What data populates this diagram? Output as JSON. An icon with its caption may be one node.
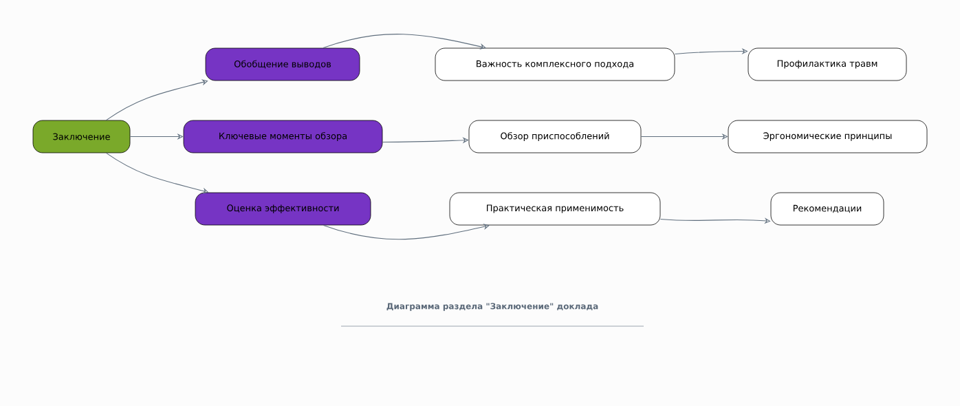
{
  "diagram": {
    "caption": "Диаграмма раздела \"Заключение\" доклада",
    "nodes": [
      {
        "text": [
          "Заключение"
        ]
      },
      {
        "text": [
          "Обобщение выводов"
        ]
      },
      {
        "text": [
          "Ключевые моменты обзора"
        ]
      },
      {
        "text": [
          "Оценка эффективности"
        ]
      },
      {
        "text": [
          "Важность комплексного подхода"
        ]
      },
      {
        "text": [
          "Обзор приспособлений"
        ]
      },
      {
        "text": [
          "Практическая применимость"
        ]
      },
      {
        "text": [
          "Профилактика травм"
        ]
      },
      {
        "text": [
          "Эргономические принципы"
        ]
      },
      {
        "text": [
          "Рекомендации"
        ]
      }
    ],
    "edges": [
      {
        "from": 0,
        "to": 1,
        "arrow": "to"
      },
      {
        "from": 0,
        "to": 2,
        "arrow": "to"
      },
      {
        "from": 0,
        "to": 3,
        "arrow": "to"
      },
      {
        "from": 1,
        "to": 4,
        "arrow": "to"
      },
      {
        "from": 2,
        "to": 5,
        "arrow": "to"
      },
      {
        "from": 3,
        "to": 6,
        "arrow": "to"
      },
      {
        "from": 4,
        "to": 7,
        "arrow": "to"
      },
      {
        "from": 5,
        "to": 8,
        "arrow": "to"
      },
      {
        "from": 6,
        "to": 9,
        "arrow": "to"
      }
    ]
  }
}
